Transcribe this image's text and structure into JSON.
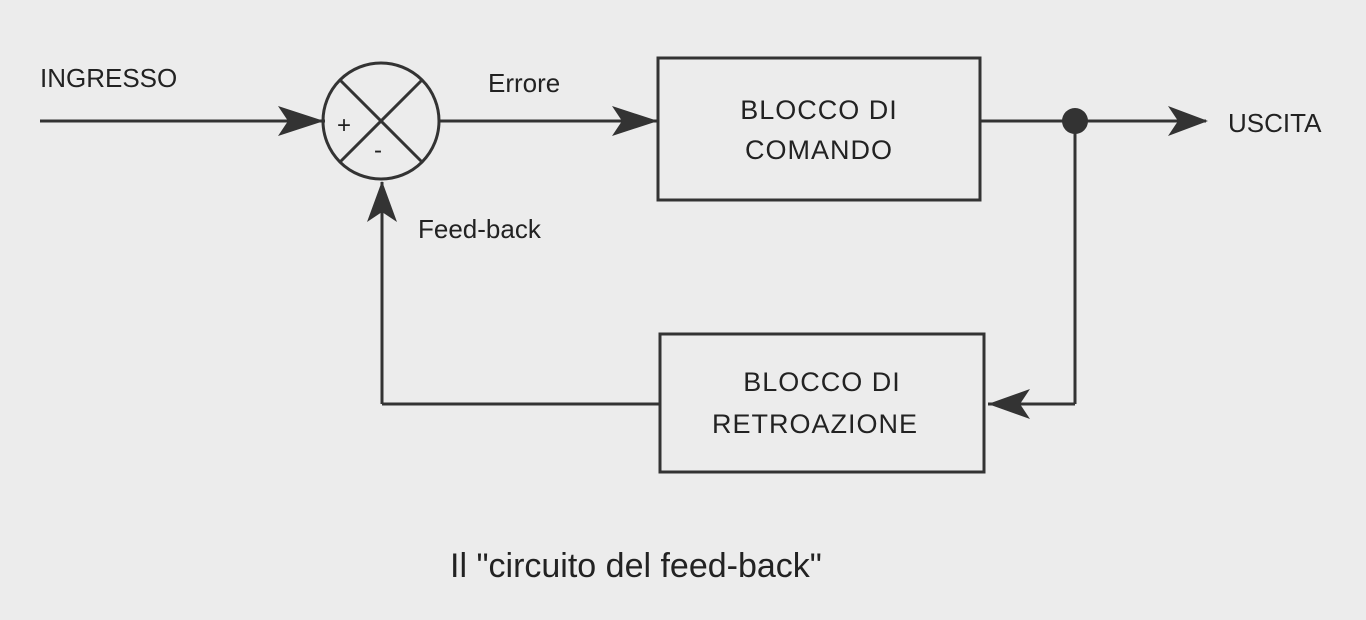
{
  "diagram": {
    "input_label": "INGRESSO",
    "output_label": "USCITA",
    "error_label": "Errore",
    "feedback_label": "Feed-back",
    "summing_junction": {
      "plus_sign": "+",
      "minus_sign": "-"
    },
    "command_block": {
      "line1": "BLOCCO DI",
      "line2": "COMANDO"
    },
    "feedback_block": {
      "line1": "BLOCCO DI",
      "line2": "RETROAZIONE"
    },
    "caption": "Il \"circuito del feed-back\""
  }
}
